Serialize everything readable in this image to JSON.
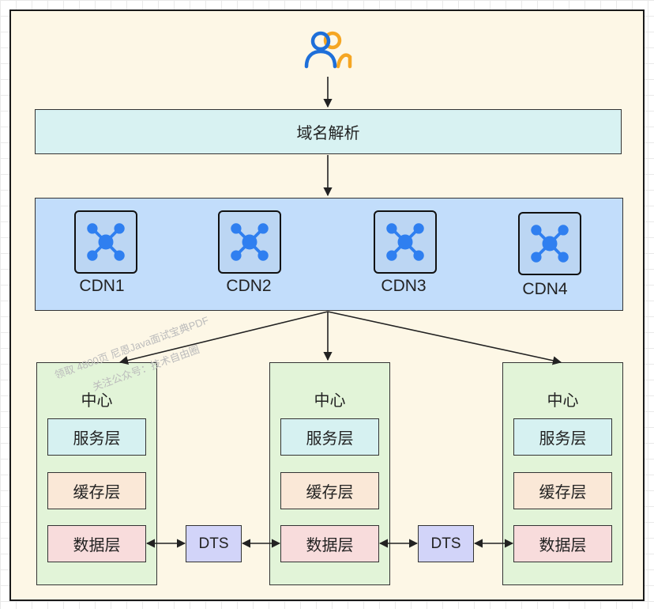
{
  "dns": {
    "label": "域名解析"
  },
  "cdns": [
    {
      "label": "CDN1"
    },
    {
      "label": "CDN2"
    },
    {
      "label": "CDN3"
    },
    {
      "label": "CDN4"
    }
  ],
  "centers": [
    {
      "title": "中心",
      "service": "服务层",
      "cache": "缓存层",
      "data": "数据层"
    },
    {
      "title": "中心",
      "service": "服务层",
      "cache": "缓存层",
      "data": "数据层"
    },
    {
      "title": "中心",
      "service": "服务层",
      "cache": "缓存层",
      "data": "数据层"
    }
  ],
  "dts": [
    {
      "label": "DTS"
    },
    {
      "label": "DTS"
    }
  ],
  "watermark": {
    "line1": "领取 4800页 尼恩Java面试宝典PDF",
    "line2": "关注公众号：技术自由圈"
  },
  "icons": {
    "user": "user-group-icon",
    "cdn": "network-node-icon"
  },
  "colors": {
    "frame_bg": "#fdf7e6",
    "dns_bg": "#d8f2f2",
    "cdn_panel_bg": "#c2ddfb",
    "center_bg": "#e2f4d8",
    "service_bg": "#d6f1f1",
    "cache_bg": "#fae8d7",
    "data_bg": "#f8dcdc",
    "dts_bg": "#d2d4f9",
    "user_primary": "#1e6fd9",
    "user_secondary": "#f5a623",
    "node_blue": "#2f7ff0"
  }
}
